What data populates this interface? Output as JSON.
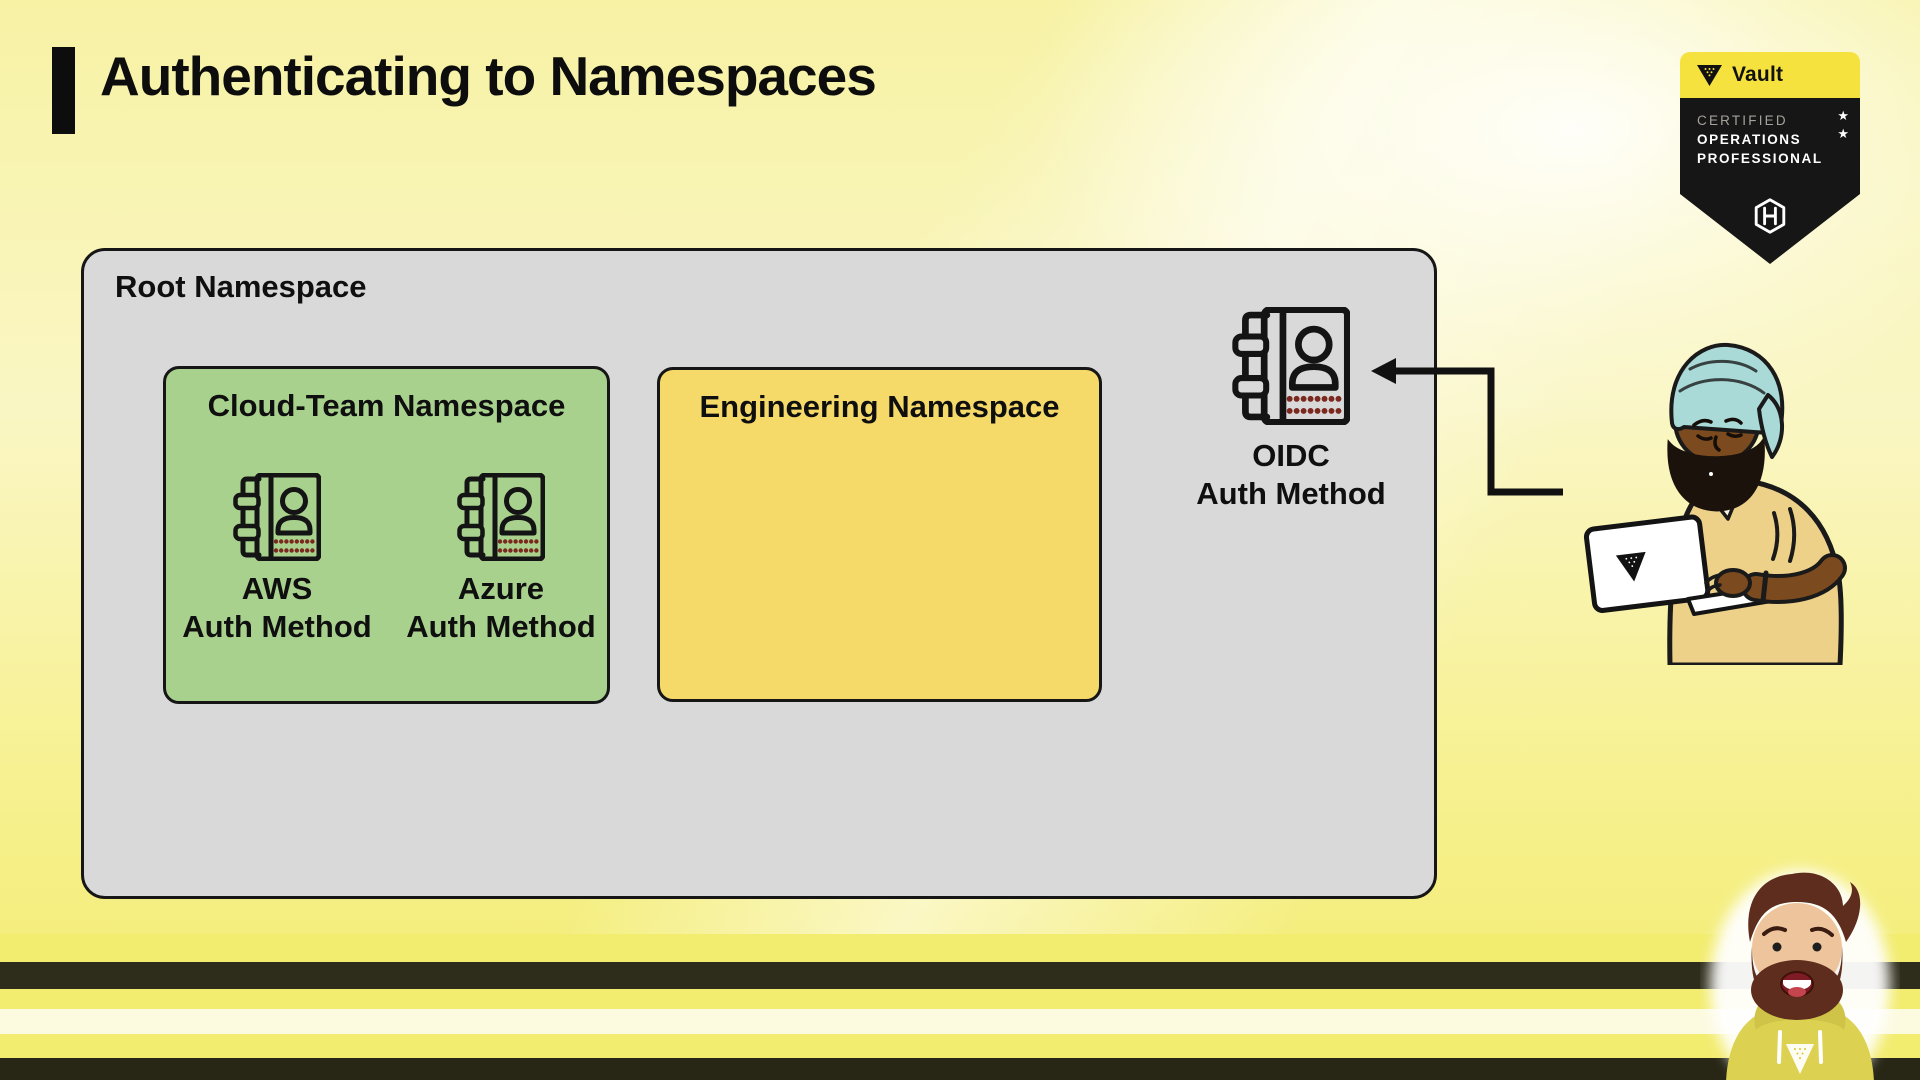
{
  "slide": {
    "title": "Authenticating to Namespaces"
  },
  "badge": {
    "product": "Vault",
    "lines": [
      "CERTIFIED",
      "OPERATIONS",
      "PROFESSIONAL"
    ],
    "star": "★",
    "colors": {
      "header_bg": "#F6E23E",
      "body_bg": "#161616"
    }
  },
  "diagram": {
    "root_label": "Root Namespace",
    "cloud_team": {
      "label": "Cloud-Team Namespace",
      "bg": "#A9D18E",
      "aws": {
        "line1": "AWS",
        "line2": "Auth Method"
      },
      "azure": {
        "line1": "Azure",
        "line2": "Auth Method"
      }
    },
    "engineering": {
      "label": "Engineering Namespace",
      "bg": "#F5D969"
    },
    "oidc": {
      "line1": "OIDC",
      "line2": "Auth Method"
    },
    "root_bg": "#D9D9D9"
  },
  "icons": {
    "auth_method": "contact-book-user-icon",
    "vault": "vault-triangle-logo",
    "hashicorp": "hashicorp-hexagon-h-logo",
    "star": "star-icon"
  },
  "colors": {
    "stripe_dark": "#2E2C1A",
    "stripe_cream": "#FCFADF",
    "stripe_yellow": "#F2EC6F",
    "auth_icon_dots": "#7B281E",
    "arrow": "#111111",
    "background_yellow": "#F2EB6C",
    "background_pale": "#FFFEF4"
  }
}
